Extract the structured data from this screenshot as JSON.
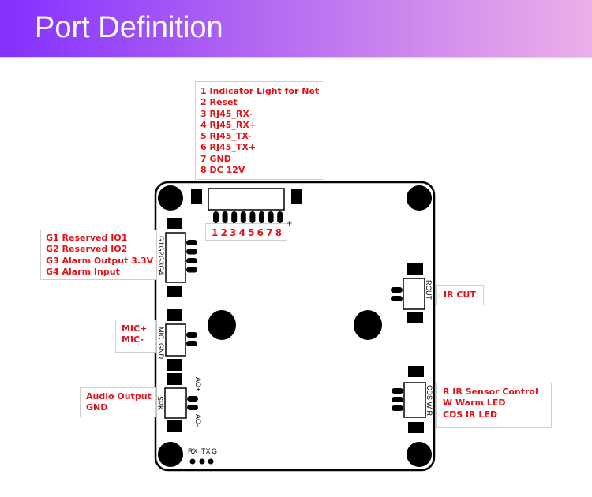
{
  "header": {
    "title": "Port Definition",
    "gradient": [
      "#8430ff",
      "#ecb0e9"
    ]
  },
  "colors": {
    "label_text": "#e0141a",
    "board_line": "#000000"
  },
  "labels": {
    "main_connector": [
      "1 Indicator Light for Net",
      "2 Reset",
      "3 RJ45_RX-",
      "4 RJ45_RX+",
      "5 RJ45_TX-",
      "6 RJ45_TX+",
      "7 GND",
      "8 DC 12V"
    ],
    "pin_numbers": "1 2 3 4 5 6 7 8",
    "gpio": [
      "G1 Reserved IO1",
      "G2 Reserved IO2",
      "G3 Alarm Output 3.3V",
      "G4 Alarm Input"
    ],
    "mic": [
      "MIC+",
      "MIC-"
    ],
    "audio": [
      "Audio Output",
      "GND"
    ],
    "ircut": [
      "IR CUT"
    ],
    "sensor": [
      "R IR Sensor Control",
      "W Warm LED",
      "CDS IR LED"
    ]
  },
  "board": {
    "gpio_silk": [
      "G1",
      "G2",
      "G3",
      "G4"
    ],
    "mic_silk": [
      "MIC",
      "GND"
    ],
    "spk_silk": "SPK",
    "ao_plus": "AO+",
    "ao_minus": "AO-",
    "ircut_silk": "RCUT",
    "sensor_silk": "CDS W R",
    "uart_silk": [
      "RX",
      "TX",
      "G"
    ],
    "plus_mark": "+"
  }
}
